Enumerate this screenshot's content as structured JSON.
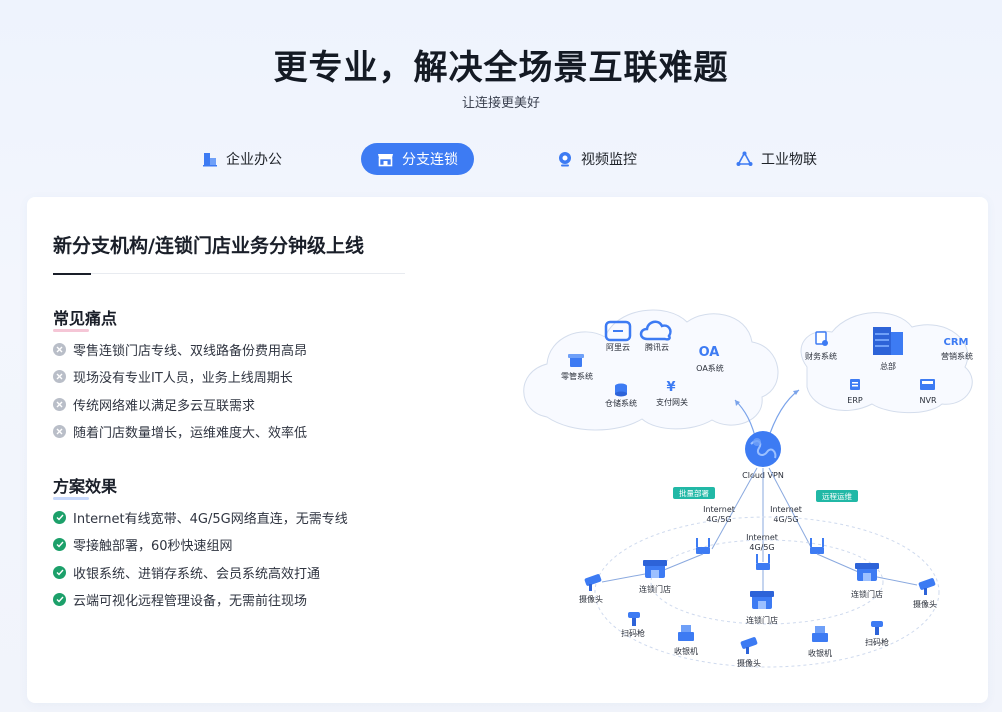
{
  "hero": {
    "title": "更专业，解决全场景互联难题",
    "subtitle": "让连接更美好"
  },
  "tabs": [
    {
      "label": "企业办公",
      "icon": "building-icon",
      "active": false
    },
    {
      "label": "分支连锁",
      "icon": "storefront-icon",
      "active": true
    },
    {
      "label": "视频监控",
      "icon": "camera-pin-icon",
      "active": false
    },
    {
      "label": "工业物联",
      "icon": "network-nodes-icon",
      "active": false
    }
  ],
  "card": {
    "title": "新分支机构/连锁门店业务分钟级上线",
    "pain_title": "常见痛点",
    "pain_points": [
      "零售连锁门店专线、双线路备份费用高昂",
      "现场没有专业IT人员，业务上线周期长",
      "传统网络难以满足多云互联需求",
      "随着门店数量增长，运维难度大、效率低"
    ],
    "effect_title": "方案效果",
    "effects": [
      "Internet有线宽带、4G/5G网络直连，无需专线",
      "零接触部署，60秒快速组网",
      "收银系统、进销存系统、会员系统高效打通",
      "云端可视化远程管理设备，无需前往现场"
    ]
  },
  "diagram": {
    "cloud_left": {
      "aliyun": "阿里云",
      "tencent": "腾讯云",
      "oa_big": "OA",
      "oa": "OA系统",
      "retail": "零管系统",
      "storage": "仓储系统",
      "pay": "支付网关"
    },
    "cloud_right": {
      "finance": "财务系统",
      "hq": "总部",
      "crm_big": "CRM",
      "crm": "营销系统",
      "erp": "ERP",
      "nvr": "NVR"
    },
    "cloud_vpn": "Cloud VPN",
    "badge_batch": "批量部署",
    "badge_remote": "远程运维",
    "internet_1a": "Internet",
    "internet_1b": "4G/5G",
    "internet_2a": "Internet",
    "internet_2b": "4G/5G",
    "internet_3a": "Internet",
    "internet_3b": "4G/5G",
    "store": "连锁门店",
    "camera": "摄像头",
    "scanner": "扫码枪",
    "cashier": "收银机",
    "colors": {
      "accent": "#3d7bf3",
      "teal": "#21b8a6",
      "green": "#1ca06a"
    }
  }
}
